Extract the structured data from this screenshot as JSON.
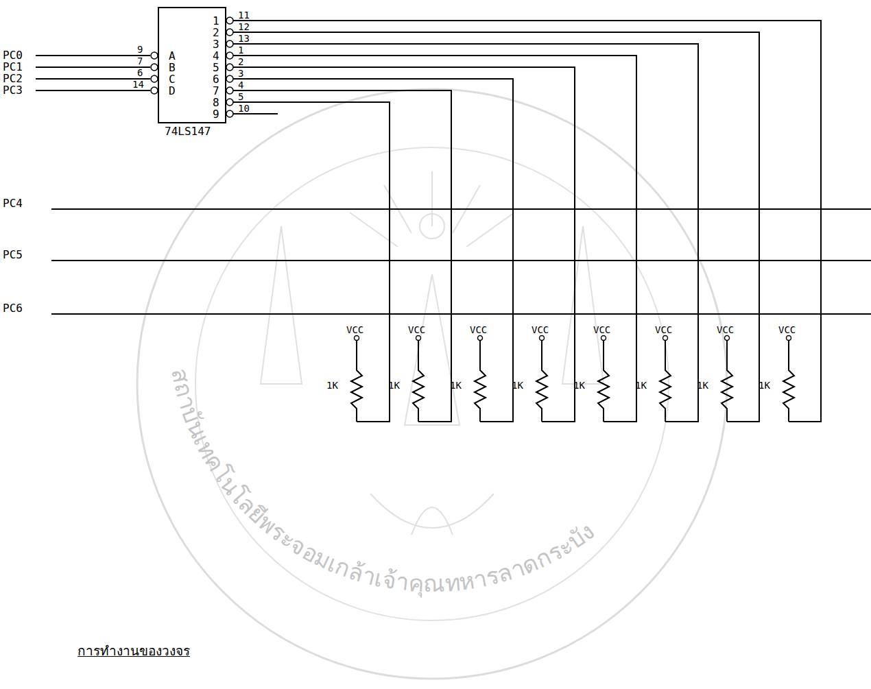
{
  "diagram": {
    "nodes": [
      {
        "text": [
          "1",
          "2",
          "3",
          "4",
          "5",
          "6",
          "7",
          "8",
          "9",
          "A",
          "B",
          "C",
          "D",
          "74LS147"
        ]
      }
    ],
    "labels": [
      "PC0",
      "PC1",
      "PC2",
      "PC3",
      "9",
      "7",
      "6",
      "14",
      "11",
      "12",
      "13",
      "1",
      "2",
      "3",
      "4",
      "5",
      "10",
      "PC4",
      "PC5",
      "PC6",
      "VCC",
      "VCC",
      "VCC",
      "VCC",
      "VCC",
      "VCC",
      "VCC",
      "VCC",
      "1K",
      "1K",
      "1K",
      "1K",
      "1K",
      "1K",
      "1K",
      "1K",
      "การทำงานของวงจร",
      "สถาบันเทคโนโลยีพระจอมเกล้าเจ้าคุณทหารลาดกระบัง"
    ]
  }
}
